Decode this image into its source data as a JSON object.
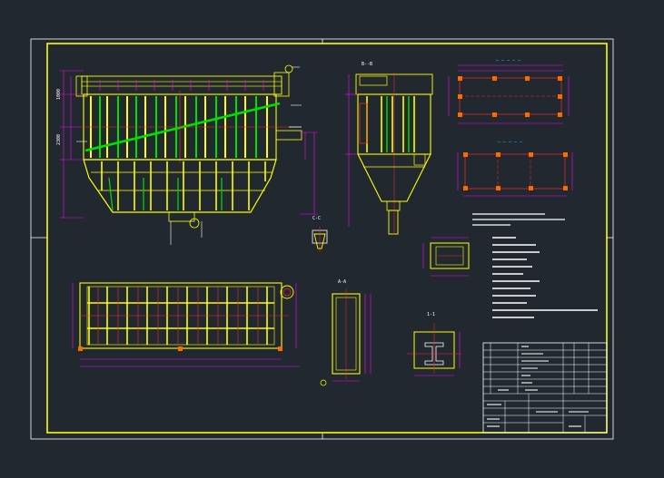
{
  "drawing": {
    "colors": {
      "background": "#212830",
      "frame": "#ffffff",
      "border": "#ffff00",
      "structure": "#ffff00",
      "dimension": "#ff00ff",
      "note": "#ffffff",
      "accent_green": "#00e000",
      "accent_red": "#ff2a2a",
      "accent_cyan": "#00e5ff"
    },
    "views": [
      {
        "id": "front-view",
        "caption": ""
      },
      {
        "id": "side-view",
        "caption": ""
      },
      {
        "id": "plan-view",
        "caption": ""
      },
      {
        "id": "anchor-plan-top",
        "caption": ""
      },
      {
        "id": "anchor-plan-bottom",
        "caption": ""
      },
      {
        "id": "detail-a",
        "caption": "A-A"
      },
      {
        "id": "detail-b",
        "caption": ""
      },
      {
        "id": "detail-c",
        "caption": "C-C"
      },
      {
        "id": "section-1",
        "caption": "1-1"
      }
    ],
    "notes_lines": 12,
    "title_block": {
      "title_cell": "",
      "stamp": ""
    }
  }
}
